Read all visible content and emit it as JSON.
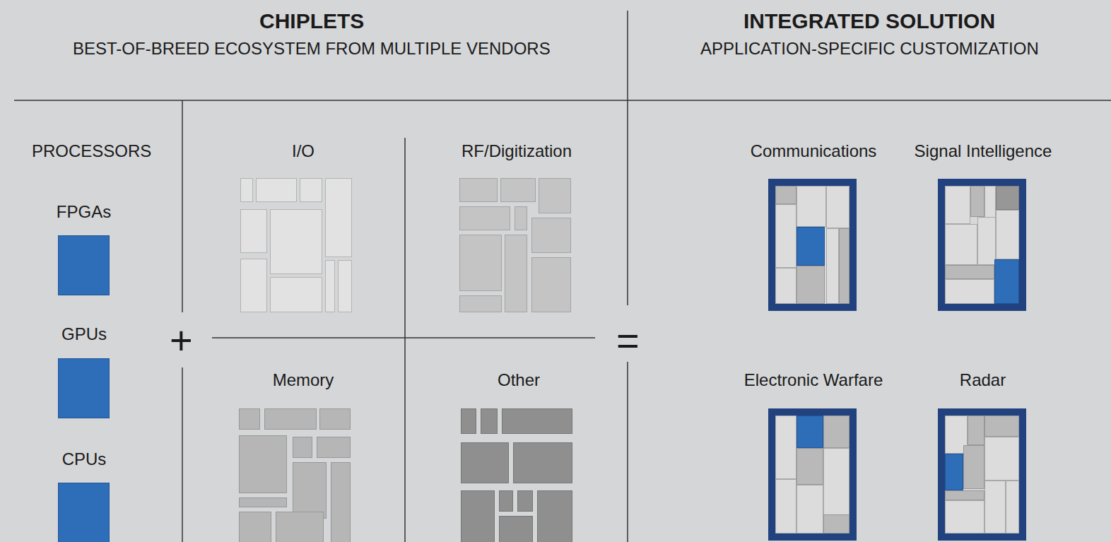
{
  "diagram": {
    "nodes": [
      {
        "text": [
          "FPGAs"
        ]
      },
      {
        "text": [
          "GPUs"
        ]
      },
      {
        "text": [
          "CPUs"
        ]
      },
      {
        "text": [
          "I/O"
        ]
      },
      {
        "text": [
          "RF/Digitization"
        ]
      },
      {
        "text": [
          "Memory"
        ]
      },
      {
        "text": [
          "Other"
        ]
      },
      {
        "text": [
          "Communications"
        ]
      },
      {
        "text": [
          "Signal Intelligence"
        ]
      },
      {
        "text": [
          "Electronic Warfare"
        ]
      },
      {
        "text": [
          "Radar"
        ]
      }
    ],
    "labels": [
      "CHIPLETS",
      "BEST-OF-BREED ECOSYSTEM FROM MULTIPLE VENDORS",
      "INTEGRATED SOLUTION",
      "APPLICATION-SPECIFIC CUSTOMIZATION",
      "PROCESSORS",
      "+",
      "="
    ]
  }
}
